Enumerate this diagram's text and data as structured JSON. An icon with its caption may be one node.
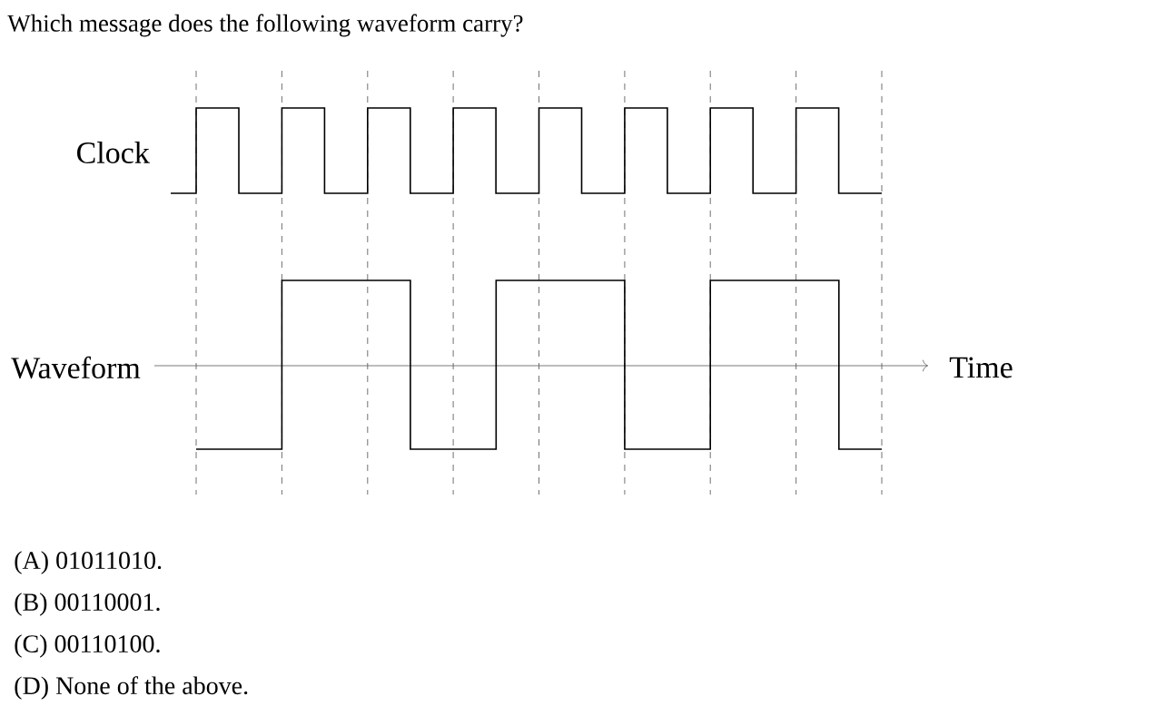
{
  "diagram": {
    "title": "Which message does the following waveform carry?",
    "labels": [
      "Clock",
      "Waveform",
      "Time",
      "(A) 01011010.",
      "(B) 00110001.",
      "(C) 00110100.",
      "(D) None of the above."
    ]
  }
}
